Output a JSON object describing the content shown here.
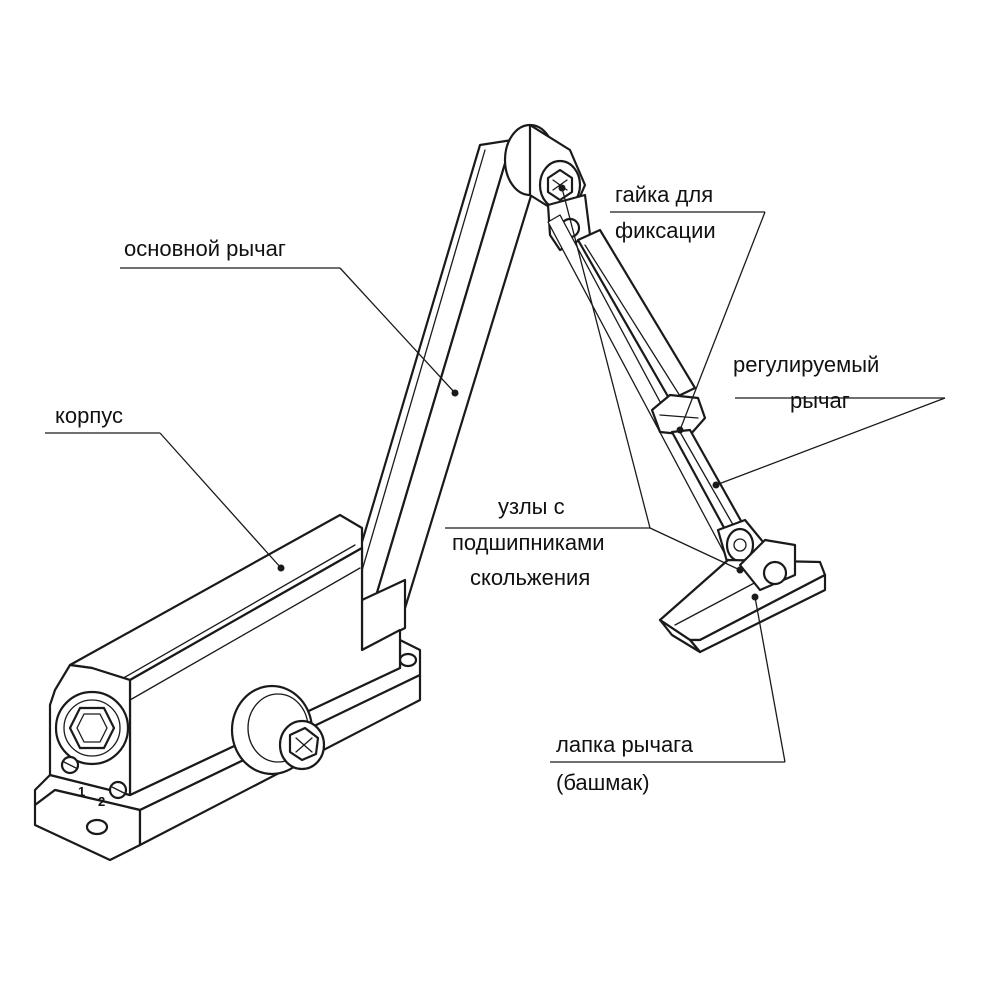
{
  "labels": {
    "main_arm": "основной рычаг",
    "body": "корпус",
    "lock_nut_line1": "гайка для",
    "lock_nut_line2": "фиксации",
    "adjustable_arm_line1": "регулируемый",
    "adjustable_arm_line2": "рычаг",
    "bearings_line1": "узлы с",
    "bearings_line2": "подшипниками",
    "bearings_line3": "скольжения",
    "shoe_line1": "лапка рычага",
    "shoe_line2": "(башмак)"
  },
  "body_marks": {
    "mark_1": "1",
    "mark_2": "2"
  }
}
